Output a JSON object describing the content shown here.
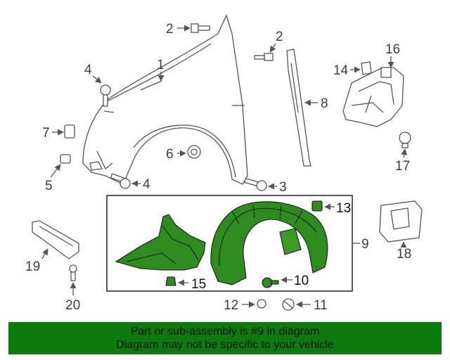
{
  "colors": {
    "highlight_fill": "#2e8b1e",
    "banner_bg": "#0e7a0e",
    "line": "#555555"
  },
  "callouts": {
    "c1": "1",
    "c2a": "2",
    "c2b": "2",
    "c3": "3",
    "c4a": "4",
    "c4b": "4",
    "c5": "5",
    "c6": "6",
    "c7": "7",
    "c8": "8",
    "c9": "9",
    "c10": "10",
    "c11": "11",
    "c12": "12",
    "c13": "13",
    "c14": "14",
    "c15": "15",
    "c16": "16",
    "c17": "17",
    "c18": "18",
    "c19": "19",
    "c20": "20"
  },
  "highlighted_part": "9",
  "banner": {
    "line1": "Part or sub-assembly is #9 in diagram",
    "line2": "Diagram may not be specific to your vehicle"
  }
}
